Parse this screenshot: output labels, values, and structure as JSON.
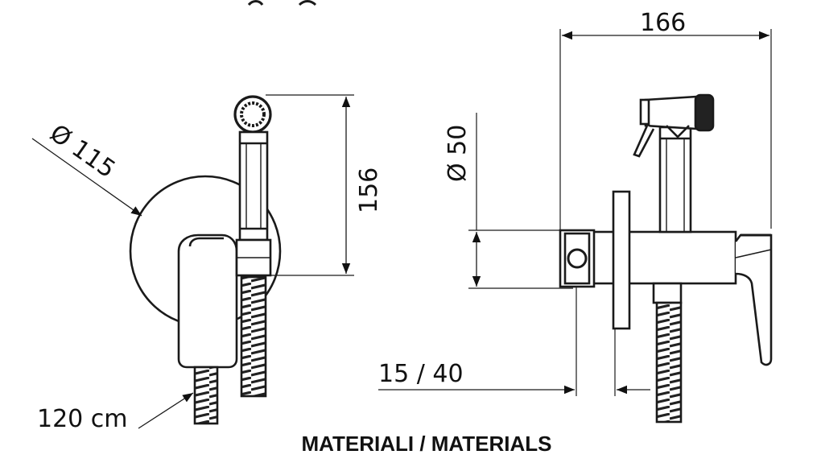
{
  "dimensions": {
    "dia_115": "Ø 115",
    "height_156": "156",
    "hose_length": "120 cm",
    "width_166": "166",
    "dia_50": "Ø 50",
    "depth_15_40": "15 / 40"
  },
  "caption": "MATERIALI / MATERIALS"
}
